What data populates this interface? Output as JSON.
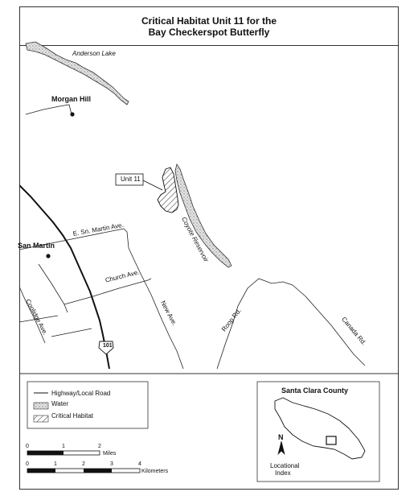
{
  "title": {
    "line1": "Critical Habitat Unit 11 for the",
    "line2": "Bay Checkerspot Butterfly"
  },
  "places": {
    "anderson_lake": "Anderson Lake",
    "morgan_hill": "Morgan Hill",
    "san_martin": "San Martin",
    "unit_label": "Unit 11",
    "coyote_reservoir": "Coyote Reservoir"
  },
  "roads": {
    "e_san_martin": "E. Sn. Martin Ave.",
    "church": "Church Ave.",
    "new": "New Ave.",
    "roop": "Roop Rd.",
    "canada": "Canada Rd.",
    "coolidge": "Coolidge Ave.",
    "highway": "101"
  },
  "legend": {
    "road": "Highway/Local Road",
    "water": "Water",
    "habitat": "Critical Habitat"
  },
  "scale": {
    "miles_ticks": [
      "0",
      "1",
      "2"
    ],
    "miles_unit": "Miles",
    "km_ticks": [
      "0",
      "1",
      "2",
      "3",
      "4"
    ],
    "km_unit": "Kilometers"
  },
  "inset": {
    "title": "Santa Clara County",
    "north": "N",
    "caption_line1": "Locational",
    "caption_line2": "Index"
  },
  "icons": {
    "city_marker": "filled-dot",
    "highway_shield": "us-route-shield",
    "north_arrow": "north-arrow"
  }
}
